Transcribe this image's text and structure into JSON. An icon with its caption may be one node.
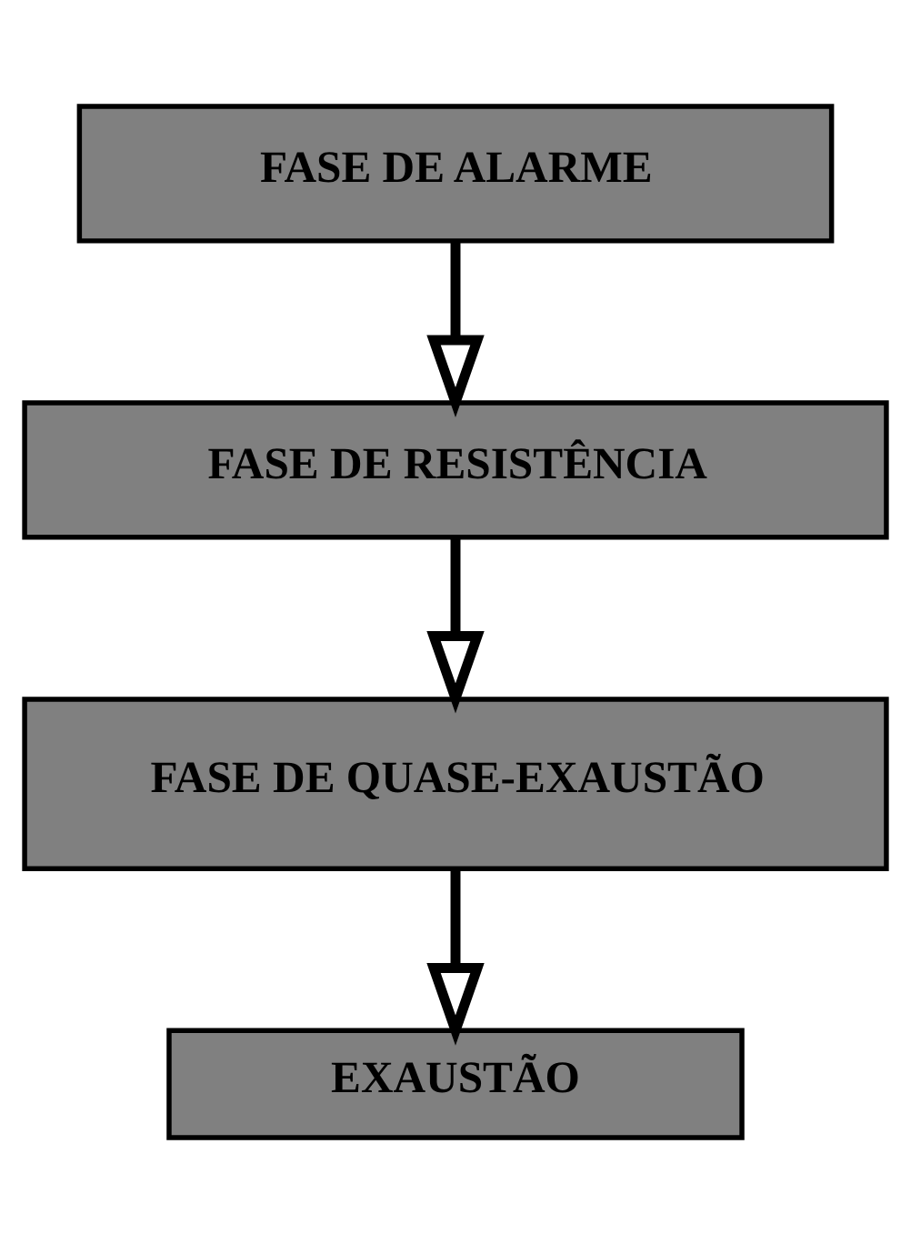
{
  "diagram": {
    "nodes": [
      {
        "text": [
          "FASE DE ALARME"
        ]
      },
      {
        "text": [
          "FASE DE RESISTÊNCIA"
        ]
      },
      {
        "text": [
          "FASE DE QUASE-EXAUSTÃO"
        ]
      },
      {
        "text": [
          "EXAUSTÃO"
        ]
      }
    ],
    "edges": [
      {
        "from": 0,
        "to": 1,
        "arrow": "to"
      },
      {
        "from": 1,
        "to": 2,
        "arrow": "to"
      },
      {
        "from": 2,
        "to": 3,
        "arrow": "to"
      }
    ]
  }
}
